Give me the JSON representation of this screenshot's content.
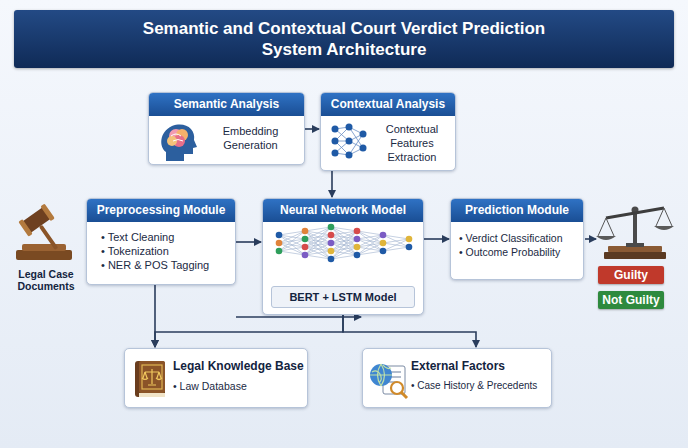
{
  "diagram": {
    "title": "Semantic and Contextual Court Verdict Prediction System Architecture",
    "nodes": [
      {
        "text": [
          "Semantic Analysis",
          "Embedding Generation"
        ]
      },
      {
        "text": [
          "Contextual Analysis",
          "Contextual Features Extraction"
        ]
      },
      {
        "text": [
          "Preprocessing Module",
          "• Text Cleaning",
          "• Tokenization",
          "• NER & POS Tagging"
        ]
      },
      {
        "text": [
          "Neural Network Model",
          "BERT + LSTM Model"
        ]
      },
      {
        "text": [
          "Prediction Module",
          "• Verdict Classification",
          "• Outcome Probability"
        ]
      },
      {
        "text": [
          "Guilty"
        ]
      },
      {
        "text": [
          "Not Guilty"
        ]
      },
      {
        "text": [
          "Legal Knowledge Base",
          "• Law Database"
        ]
      },
      {
        "text": [
          "External Factors",
          "• Case History & Precedents"
        ]
      }
    ],
    "edges": [
      {
        "from": 0,
        "to": 1,
        "arrow": "to"
      },
      {
        "from": 1,
        "to": 3,
        "arrow": "to"
      },
      {
        "from": 2,
        "to": 3,
        "arrow": "to"
      },
      {
        "from": 3,
        "to": 4,
        "arrow": "to"
      },
      {
        "from": 2,
        "to": 7,
        "arrow": "to"
      },
      {
        "from": 2,
        "to": 8,
        "arrow": "to"
      },
      {
        "from": 3,
        "to": 7,
        "arrow": "to"
      },
      {
        "from": 3,
        "to": 8,
        "arrow": "to"
      }
    ],
    "labels": [
      "Legal Case Documents"
    ]
  }
}
